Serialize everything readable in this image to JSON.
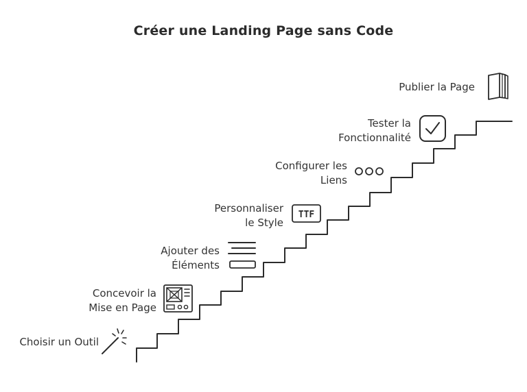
{
  "title": "Créer une Landing Page sans Code",
  "steps": [
    {
      "icon": "magic-wand-icon",
      "label": [
        "Choisir un Outil"
      ]
    },
    {
      "icon": "layout-wireframe-icon",
      "label": [
        "Concevoir la",
        "Mise en Page"
      ]
    },
    {
      "icon": "text-lines-icon",
      "label": [
        "Ajouter des",
        "Éléments"
      ]
    },
    {
      "icon": "typography-icon",
      "label": [
        "Personnaliser",
        "le Style"
      ]
    },
    {
      "icon": "dots-icon",
      "label": [
        "Configurer les",
        "Liens"
      ]
    },
    {
      "icon": "checkbox-icon",
      "label": [
        "Tester la",
        "Fonctionnalité"
      ]
    },
    {
      "icon": "book-icon",
      "label": [
        "Publier la Page"
      ]
    }
  ],
  "icon_text": {
    "typography": "TTF"
  },
  "colors": {
    "ink": "#2b2b2b"
  }
}
